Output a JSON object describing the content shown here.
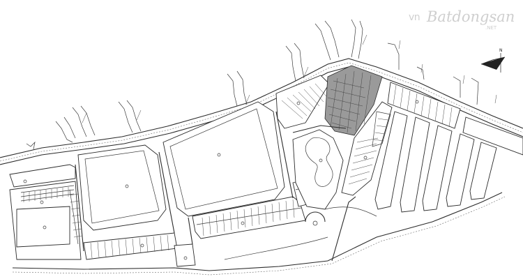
{
  "map": {
    "watermark": {
      "prefix": "vn",
      "main": "Batdongsan",
      "suffix": ".NET"
    }
  }
}
